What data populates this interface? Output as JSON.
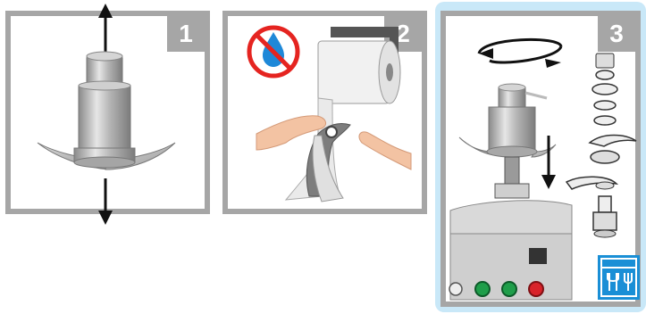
{
  "panels": [
    {
      "number": "1"
    },
    {
      "number": "2"
    },
    {
      "number": "3"
    }
  ],
  "colors": {
    "frame": "#a6a6a6",
    "highlight": "#c9e8f8",
    "water": "#1e88d8",
    "forbidden": "#e52420",
    "dishwasher": "#1a8fd6",
    "green_button": "#1f9e4a",
    "red_button": "#d8232a"
  },
  "icons": [
    "up-down-arrow-icon",
    "no-water-icon",
    "rotate-arrows-icon",
    "down-arrow-icon",
    "dishwasher-icon"
  ]
}
